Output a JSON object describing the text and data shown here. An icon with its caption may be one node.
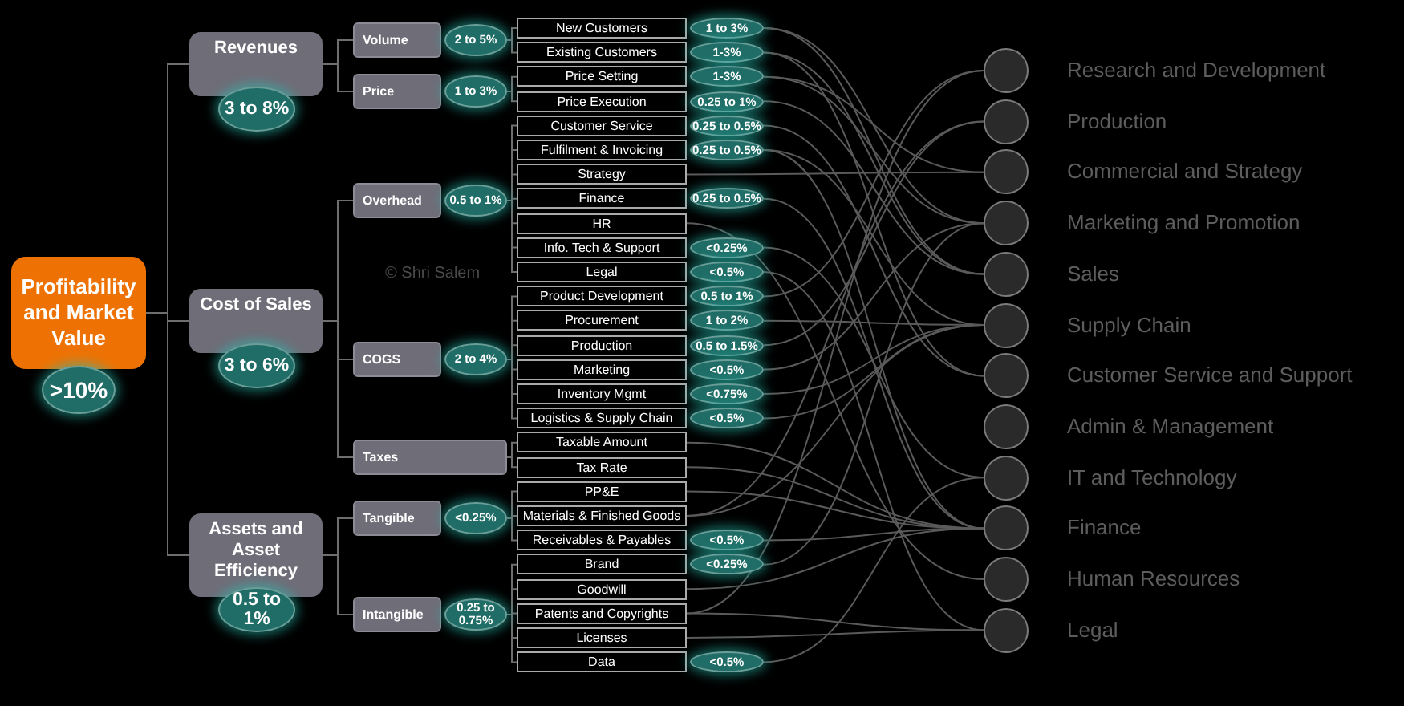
{
  "diagram": {
    "nodes": [
      {
        "text": [
          "Profitability and Market Value"
        ],
        "beside": [
          ">10%"
        ]
      },
      {
        "text": [
          "Revenues"
        ],
        "beside": [
          "3 to 8%"
        ]
      },
      {
        "text": [
          "Volume"
        ],
        "beside": [
          "2 to 5%"
        ]
      },
      {
        "text": [
          "Price"
        ],
        "beside": [
          "1 to 3%"
        ]
      },
      {
        "text": [
          "New Customers"
        ],
        "beside": [
          "1 to 3%"
        ]
      },
      {
        "text": [
          "Existing Customers"
        ],
        "beside": [
          "1-3%"
        ]
      },
      {
        "text": [
          "Price Setting"
        ],
        "beside": [
          "1-3%"
        ]
      },
      {
        "text": [
          "Price Execution"
        ],
        "beside": [
          "0.25 to 1%"
        ]
      },
      {
        "text": [
          "Cost of Sales"
        ],
        "beside": [
          "3 to 6%"
        ]
      },
      {
        "text": [
          "Overhead"
        ],
        "beside": [
          "0.5 to 1%"
        ]
      },
      {
        "text": [
          "Customer Service"
        ],
        "beside": [
          "0.25 to 0.5%"
        ]
      },
      {
        "text": [
          "Fulfilment & Invoicing"
        ],
        "beside": [
          "0.25 to 0.5%"
        ]
      },
      {
        "text": [
          "Strategy"
        ]
      },
      {
        "text": [
          "Finance"
        ],
        "beside": [
          "0.25 to 0.5%"
        ]
      },
      {
        "text": [
          "HR"
        ]
      },
      {
        "text": [
          "Info. Tech & Support"
        ],
        "beside": [
          "<0.25%"
        ]
      },
      {
        "text": [
          "Legal"
        ],
        "beside": [
          "<0.5%"
        ]
      },
      {
        "text": [
          "COGS"
        ],
        "beside": [
          "2 to 4%"
        ]
      },
      {
        "text": [
          "Product Development"
        ],
        "beside": [
          "0.5 to 1%"
        ]
      },
      {
        "text": [
          "Procurement"
        ],
        "beside": [
          "1 to 2%"
        ]
      },
      {
        "text": [
          "Production"
        ],
        "beside": [
          "0.5 to 1.5%"
        ]
      },
      {
        "text": [
          "Marketing"
        ],
        "beside": [
          "<0.5%"
        ]
      },
      {
        "text": [
          "Inventory Mgmt"
        ],
        "beside": [
          "<0.75%"
        ]
      },
      {
        "text": [
          "Logistics & Supply Chain"
        ],
        "beside": [
          "<0.5%"
        ]
      },
      {
        "text": [
          "Taxes"
        ]
      },
      {
        "text": [
          "Taxable Amount"
        ]
      },
      {
        "text": [
          "Tax Rate"
        ]
      },
      {
        "text": [
          "Assets and Asset Efficiency"
        ],
        "beside": [
          "0.5 to 1%"
        ]
      },
      {
        "text": [
          "Tangible"
        ],
        "beside": [
          "<0.25%"
        ]
      },
      {
        "text": [
          "PP&E"
        ]
      },
      {
        "text": [
          "Materials & Finished Goods"
        ]
      },
      {
        "text": [
          "Receivables & Payables"
        ],
        "beside": [
          "<0.5%"
        ]
      },
      {
        "text": [
          "Intangible"
        ],
        "beside": [
          "0.25 to 0.75%"
        ]
      },
      {
        "text": [
          "Brand"
        ],
        "beside": [
          "<0.25%"
        ]
      },
      {
        "text": [
          "Goodwill"
        ]
      },
      {
        "text": [
          "Patents and Copyrights"
        ]
      },
      {
        "text": [
          "Licenses"
        ]
      },
      {
        "text": [
          "Data"
        ],
        "beside": [
          "<0.5%"
        ]
      },
      {
        "text": [],
        "shape": "circle",
        "beside": [
          "Research and Development"
        ]
      },
      {
        "text": [],
        "shape": "circle",
        "beside": [
          "Production"
        ]
      },
      {
        "text": [],
        "shape": "circle",
        "beside": [
          "Commercial and Strategy"
        ]
      },
      {
        "text": [],
        "shape": "circle",
        "beside": [
          "Marketing and Promotion"
        ]
      },
      {
        "text": [],
        "shape": "circle",
        "beside": [
          "Sales"
        ]
      },
      {
        "text": [],
        "shape": "circle",
        "beside": [
          "Supply Chain"
        ]
      },
      {
        "text": [],
        "shape": "circle",
        "beside": [
          "Customer Service and Support"
        ]
      },
      {
        "text": [],
        "shape": "circle",
        "beside": [
          "Admin & Management"
        ]
      },
      {
        "text": [],
        "shape": "circle",
        "beside": [
          "IT and Technology"
        ]
      },
      {
        "text": [],
        "shape": "circle",
        "beside": [
          "Finance"
        ]
      },
      {
        "text": [],
        "shape": "circle",
        "beside": [
          "Human Resources"
        ]
      },
      {
        "text": [],
        "shape": "circle",
        "beside": [
          "Legal"
        ]
      }
    ],
    "edges": [
      {
        "from": 0,
        "to": 1,
        "arrow": "none"
      },
      {
        "from": 0,
        "to": 8,
        "arrow": "none"
      },
      {
        "from": 0,
        "to": 27,
        "arrow": "none"
      },
      {
        "from": 1,
        "to": 2,
        "arrow": "none"
      },
      {
        "from": 1,
        "to": 3,
        "arrow": "none"
      },
      {
        "from": 2,
        "to": 4,
        "arrow": "none"
      },
      {
        "from": 2,
        "to": 5,
        "arrow": "none"
      },
      {
        "from": 3,
        "to": 6,
        "arrow": "none"
      },
      {
        "from": 3,
        "to": 7,
        "arrow": "none"
      },
      {
        "from": 8,
        "to": 9,
        "arrow": "none"
      },
      {
        "from": 8,
        "to": 17,
        "arrow": "none"
      },
      {
        "from": 8,
        "to": 24,
        "arrow": "none"
      },
      {
        "from": 9,
        "to": 10,
        "arrow": "none"
      },
      {
        "from": 9,
        "to": 11,
        "arrow": "none"
      },
      {
        "from": 9,
        "to": 12,
        "arrow": "none"
      },
      {
        "from": 9,
        "to": 13,
        "arrow": "none"
      },
      {
        "from": 9,
        "to": 14,
        "arrow": "none"
      },
      {
        "from": 9,
        "to": 15,
        "arrow": "none"
      },
      {
        "from": 9,
        "to": 16,
        "arrow": "none"
      },
      {
        "from": 17,
        "to": 18,
        "arrow": "none"
      },
      {
        "from": 17,
        "to": 19,
        "arrow": "none"
      },
      {
        "from": 17,
        "to": 20,
        "arrow": "none"
      },
      {
        "from": 17,
        "to": 21,
        "arrow": "none"
      },
      {
        "from": 17,
        "to": 22,
        "arrow": "none"
      },
      {
        "from": 17,
        "to": 23,
        "arrow": "none"
      },
      {
        "from": 24,
        "to": 25,
        "arrow": "none"
      },
      {
        "from": 24,
        "to": 26,
        "arrow": "none"
      },
      {
        "from": 27,
        "to": 28,
        "arrow": "none"
      },
      {
        "from": 27,
        "to": 32,
        "arrow": "none"
      },
      {
        "from": 28,
        "to": 29,
        "arrow": "none"
      },
      {
        "from": 28,
        "to": 30,
        "arrow": "none"
      },
      {
        "from": 28,
        "to": 31,
        "arrow": "none"
      },
      {
        "from": 32,
        "to": 33,
        "arrow": "none"
      },
      {
        "from": 32,
        "to": 34,
        "arrow": "none"
      },
      {
        "from": 32,
        "to": 35,
        "arrow": "none"
      },
      {
        "from": 32,
        "to": 36,
        "arrow": "none"
      },
      {
        "from": 32,
        "to": 37,
        "arrow": "none"
      },
      {
        "from": 4,
        "to": 41,
        "arrow": "none"
      },
      {
        "from": 4,
        "to": 42,
        "arrow": "none"
      },
      {
        "from": 5,
        "to": 42,
        "arrow": "none"
      },
      {
        "from": 5,
        "to": 44,
        "arrow": "none"
      },
      {
        "from": 6,
        "to": 40,
        "arrow": "none"
      },
      {
        "from": 6,
        "to": 41,
        "arrow": "none"
      },
      {
        "from": 7,
        "to": 42,
        "arrow": "none"
      },
      {
        "from": 10,
        "to": 44,
        "arrow": "none"
      },
      {
        "from": 11,
        "to": 43,
        "arrow": "none"
      },
      {
        "from": 11,
        "to": 47,
        "arrow": "none"
      },
      {
        "from": 12,
        "to": 40,
        "arrow": "none"
      },
      {
        "from": 13,
        "to": 47,
        "arrow": "none"
      },
      {
        "from": 14,
        "to": 48,
        "arrow": "none"
      },
      {
        "from": 15,
        "to": 46,
        "arrow": "none"
      },
      {
        "from": 16,
        "to": 49,
        "arrow": "none"
      },
      {
        "from": 18,
        "to": 38,
        "arrow": "none"
      },
      {
        "from": 19,
        "to": 43,
        "arrow": "none"
      },
      {
        "from": 20,
        "to": 39,
        "arrow": "none"
      },
      {
        "from": 21,
        "to": 41,
        "arrow": "none"
      },
      {
        "from": 22,
        "to": 43,
        "arrow": "none"
      },
      {
        "from": 23,
        "to": 43,
        "arrow": "none"
      },
      {
        "from": 25,
        "to": 47,
        "arrow": "none"
      },
      {
        "from": 26,
        "to": 47,
        "arrow": "none"
      },
      {
        "from": 29,
        "to": 47,
        "arrow": "none"
      },
      {
        "from": 30,
        "to": 39,
        "arrow": "none"
      },
      {
        "from": 30,
        "to": 43,
        "arrow": "none"
      },
      {
        "from": 31,
        "to": 47,
        "arrow": "none"
      },
      {
        "from": 33,
        "to": 41,
        "arrow": "none"
      },
      {
        "from": 34,
        "to": 47,
        "arrow": "none"
      },
      {
        "from": 35,
        "to": 38,
        "arrow": "none"
      },
      {
        "from": 35,
        "to": 49,
        "arrow": "none"
      },
      {
        "from": 36,
        "to": 49,
        "arrow": "none"
      },
      {
        "from": 37,
        "to": 46,
        "arrow": "none"
      }
    ],
    "labels": [
      "© Shri Salem"
    ]
  }
}
